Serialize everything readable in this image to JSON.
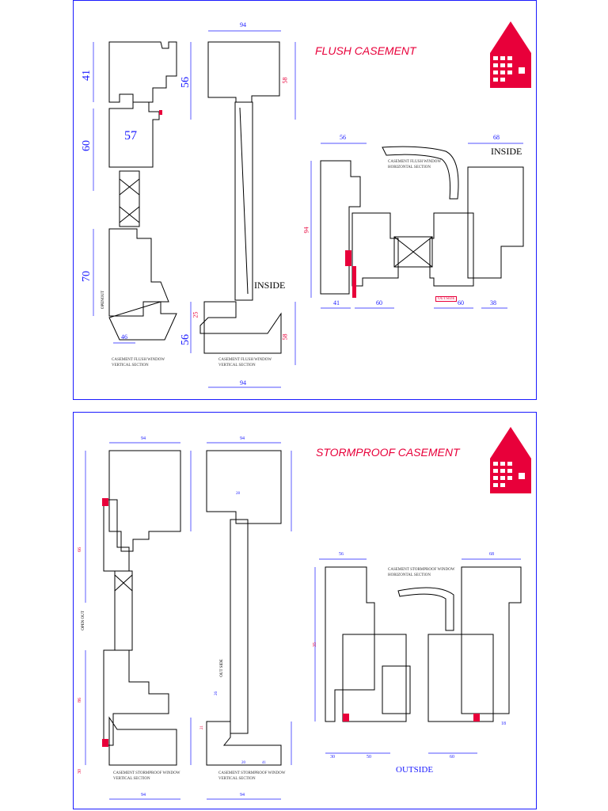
{
  "colors": {
    "border": "#1a1aff",
    "title": "#e8003a",
    "logo": "#e8003a",
    "dim": "#1a1aff",
    "outline": "#000000",
    "seal": "#e8003a"
  },
  "sheet1": {
    "title": "FLUSH CASEMENT",
    "captions": {
      "vertical_left": [
        "CASEMENT FLUSH WINDOW",
        "VERTICAL SECTION"
      ],
      "vertical_right": [
        "CASEMENT FLUSH WINDOW",
        "VERTICAL SECTION"
      ],
      "horizontal": [
        "CASEMENT FLUSH WINDOW",
        "HORIZONTAL SECTION"
      ]
    },
    "labels": {
      "inside_left": "INSIDE",
      "inside_right": "INSIDE",
      "outside": "OUTSIDE",
      "openout": "OPENOUT"
    },
    "dims": {
      "d41": "41",
      "d60": "60",
      "d57": "57",
      "d70": "70",
      "d56a": "56",
      "d56b": "56",
      "d94_top": "94",
      "d94_bot": "94",
      "d58a": "58",
      "d58b": "58",
      "d25": "25",
      "d46": "46",
      "h56": "56",
      "h68": "68",
      "h94": "94",
      "h41": "41",
      "h60a": "60",
      "h60b": "60",
      "h38": "38"
    }
  },
  "sheet2": {
    "title": "STORMPROOF CASEMENT",
    "captions": {
      "vertical_left": [
        "CASEMENT STORMPROOF WINDOW",
        "VERTICAL SECTION"
      ],
      "vertical_right": [
        "CASEMENT STORMPROOF WINDOW",
        "VERTICAL SECTION"
      ],
      "horizontal": [
        "CASEMENT STORMPROOF WINDOW",
        "HORIZONTAL SECTION"
      ]
    },
    "labels": {
      "outside": "OUTSIDE",
      "openout": "OPEN OUT",
      "outside_v": "OUT SIDE"
    },
    "dims": {
      "d94a": "94",
      "d94b": "94",
      "d94c": "94",
      "d94d": "94",
      "h56": "56",
      "h68": "68",
      "h30": "30",
      "h50": "50",
      "h60": "60",
      "h18": "18",
      "d28": "28",
      "d20": "20",
      "d41": "41",
      "d26": "26",
      "d21": "21",
      "v35": "35",
      "v66": "66",
      "v86": "86",
      "v30": "30"
    }
  }
}
